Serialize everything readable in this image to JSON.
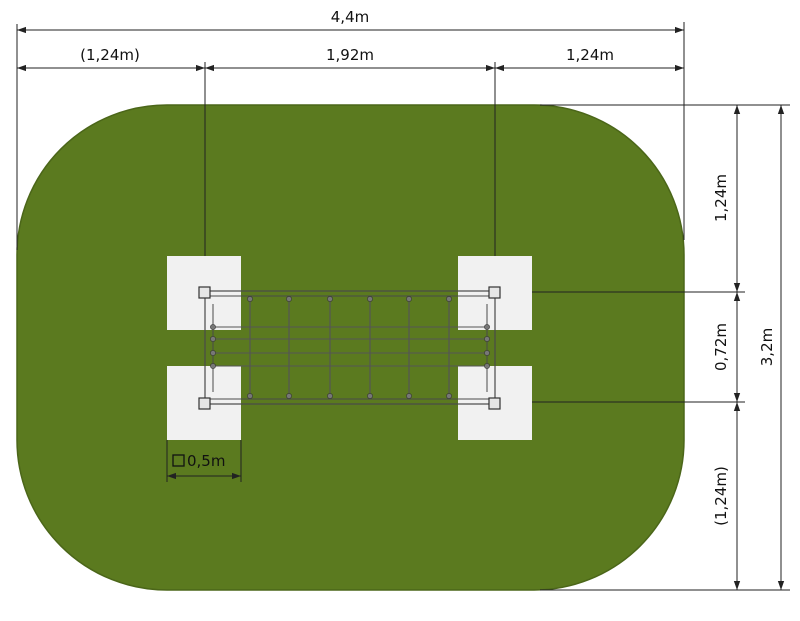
{
  "colors": {
    "surface": "#5b7a1f",
    "surface_edge": "#4b6619",
    "footing": "#f1f1f1",
    "dimension_line": "#222222",
    "structure": "#4a4a4a"
  },
  "dimensions": {
    "total_width": "4,4m",
    "left_clearance": "(1,24m)",
    "center_span": "1,92m",
    "right_clearance": "1,24m",
    "top_clearance": "1,24m",
    "center_depth": "0,72m",
    "total_depth": "3,2m",
    "bottom_clearance": "(1,24m)",
    "footing_size": "0,5m"
  }
}
